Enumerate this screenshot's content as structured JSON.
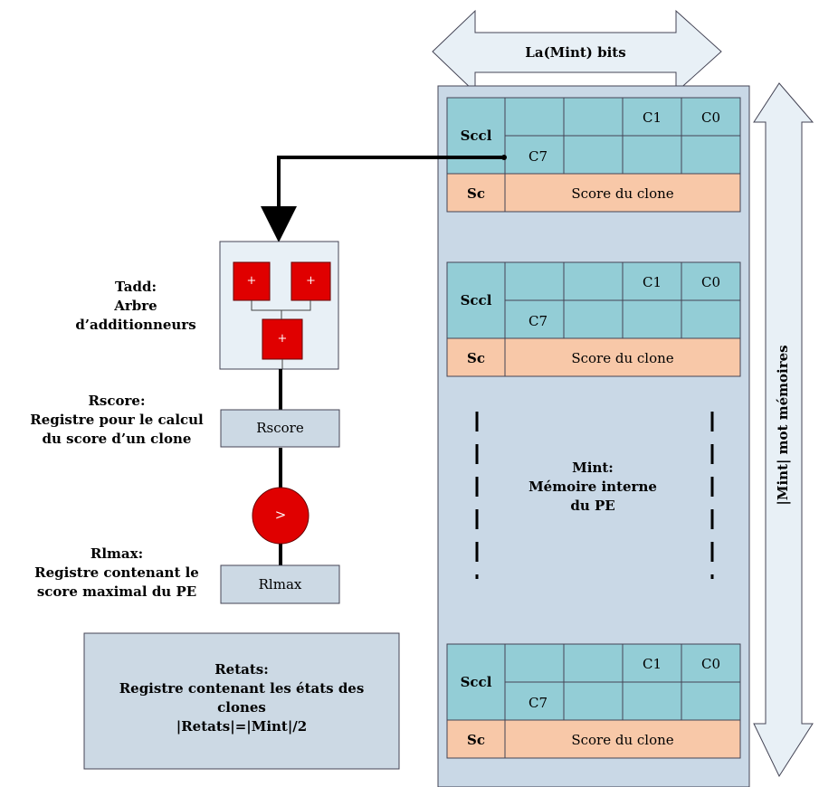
{
  "width_label": "La(Mint) bits",
  "height_label": "|Mint| mot mémoires",
  "memory_label": [
    "Mint:",
    "Mémoire interne",
    "du PE"
  ],
  "tadd_label": [
    "Tadd:",
    "Arbre",
    "d’additionneurs"
  ],
  "rscore_label": [
    "Rscore:",
    "Registre pour le calcul",
    "du score d’un clone"
  ],
  "rlmax_label": [
    "Rlmax:",
    "Registre contenant le",
    "score maximal du PE"
  ],
  "rscore_box": "Rscore",
  "rlmax_box": "Rlmax",
  "adder_symbol": "+",
  "comparator_symbol": ">",
  "retats": [
    "Retats:",
    "Registre contenant les états des",
    "clones",
    "|Retats|=|Mint|/2"
  ],
  "mem_word": {
    "sccl": "Sccl",
    "sc": "Sc",
    "c1": "C1",
    "c0": "C0",
    "c7": "C7",
    "score_text": "Score du clone"
  },
  "colors": {
    "memory_bg": "#c9d8e6",
    "cell": "#93cdd6",
    "score_row": "#f8c8a8",
    "register": "#ccd9e4",
    "adder": "#e00000",
    "arrow_fill": "#e8f0f6"
  }
}
